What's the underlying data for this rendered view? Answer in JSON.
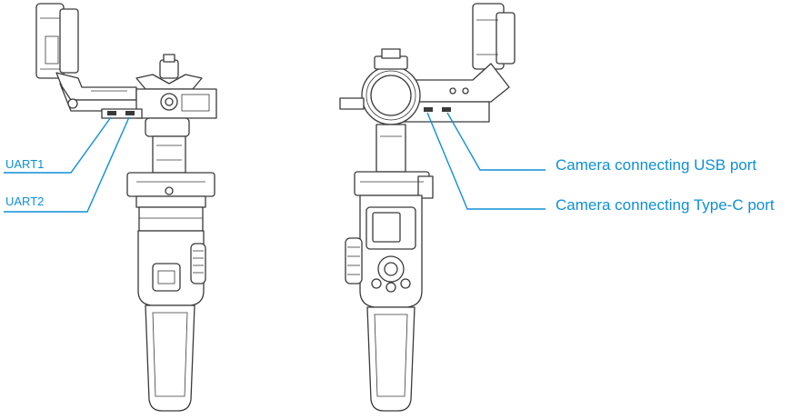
{
  "labels": {
    "uart1": "UART1",
    "uart2": "UART2",
    "camera_usb": "Camera connecting USB port",
    "camera_typec": "Camera connecting Type-C port"
  },
  "colors": {
    "label": "#0f8fd6",
    "leader": "#0f8fd6",
    "drawing": "#3a3a3a",
    "background": "#ffffff"
  }
}
